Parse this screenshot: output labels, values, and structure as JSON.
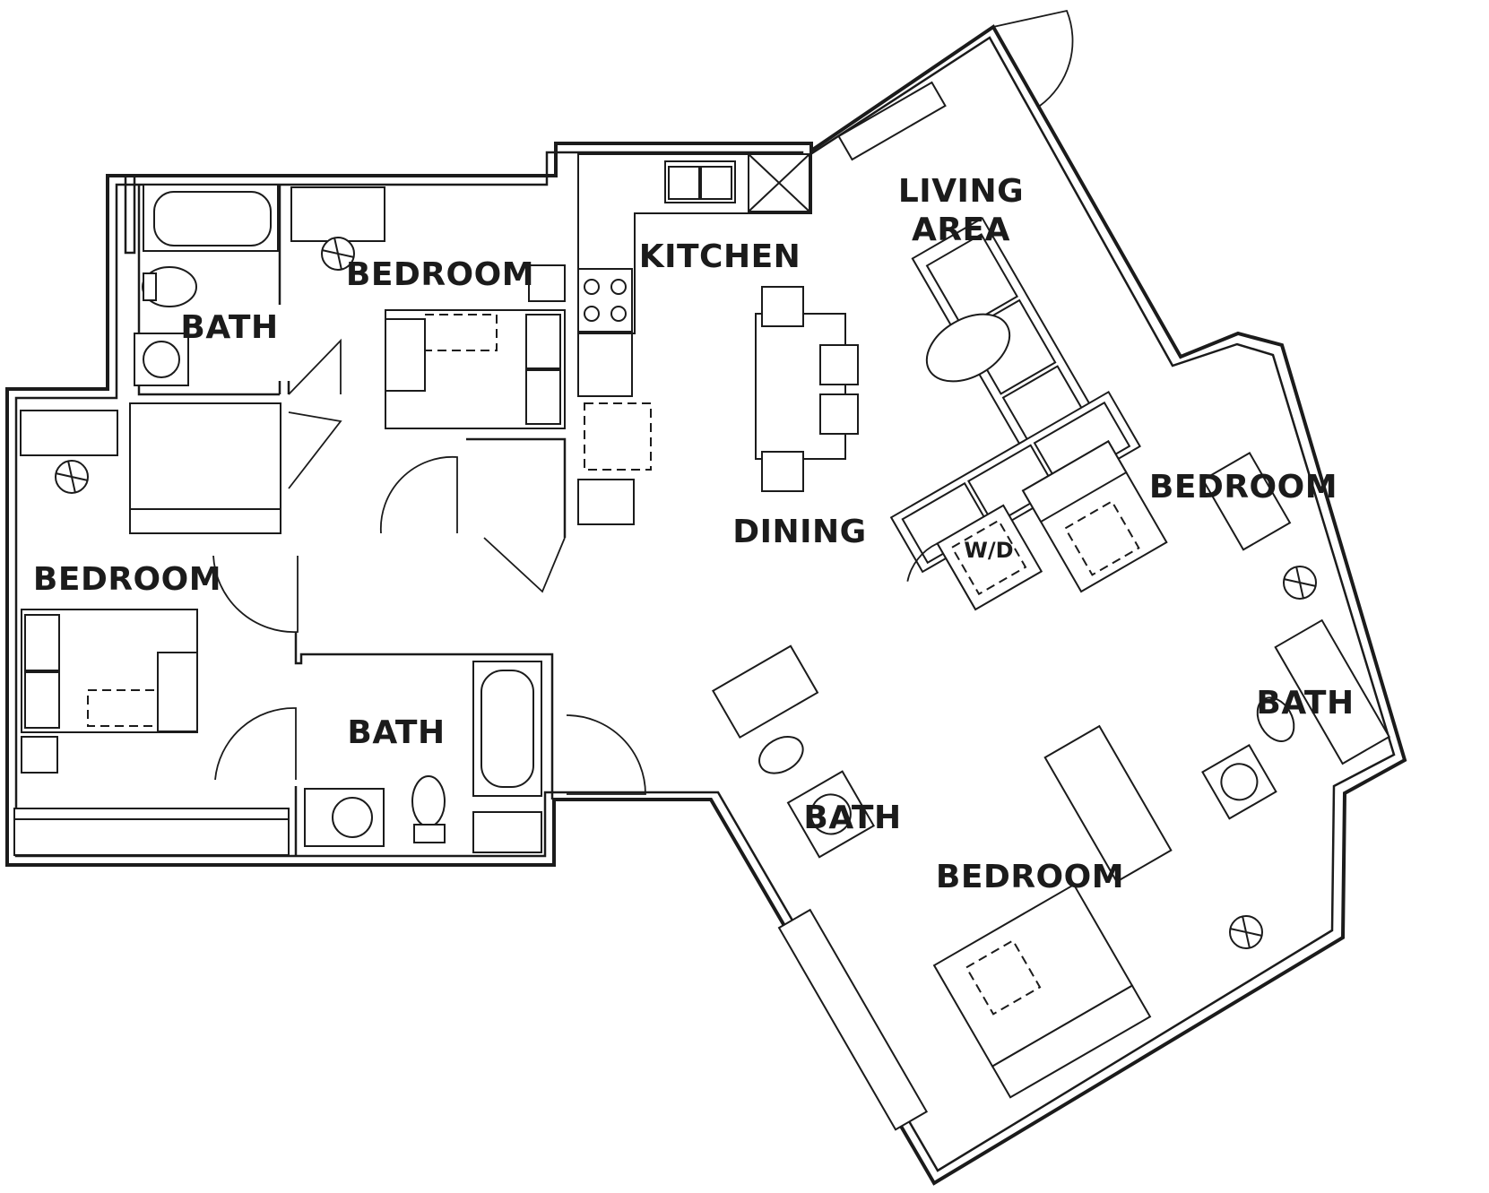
{
  "rooms": {
    "living_line1": "LIVING",
    "living_line2": "AREA",
    "kitchen": "KITCHEN",
    "dining": "DINING",
    "bedroom_top": "BEDROOM",
    "bath_top": "BATH",
    "bedroom_left": "BEDROOM",
    "bath_bottom_left": "BATH",
    "bedroom_right": "BEDROOM",
    "bath_right": "BATH",
    "bath_center": "BATH",
    "bedroom_bottom": "BEDROOM",
    "washer_dryer": "W/D"
  }
}
